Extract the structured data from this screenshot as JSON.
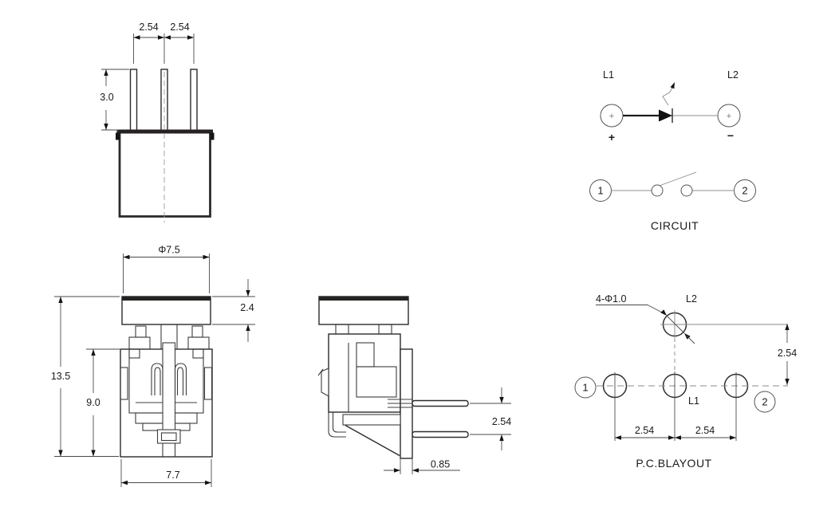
{
  "views": {
    "top_view": {
      "dims": {
        "pitch_left": "2.54",
        "pitch_right": "2.54",
        "pin_length": "3.0"
      }
    },
    "front_view": {
      "dims": {
        "cap_diameter": "Φ7.5",
        "cap_height": "2.4",
        "overall_height": "13.5",
        "body_height": "9.0",
        "body_width": "7.7"
      }
    },
    "side_view": {
      "dims": {
        "pin_spacing": "2.54",
        "plate_thickness": "0.85"
      }
    },
    "circuit": {
      "title": "CIRCUIT",
      "led": {
        "left_label": "L1",
        "right_label": "L2",
        "left_terminal_sign": "+",
        "right_terminal_sign": "+",
        "left_polarity": "+",
        "right_polarity": "−"
      },
      "switch": {
        "terminal_1": "1",
        "terminal_2": "2"
      }
    },
    "pcb": {
      "title": "P.C.BLAYOUT",
      "hole_callout": "4-Φ1.0",
      "hole_top_label": "L2",
      "hole_center_label": "L1",
      "pad_1_label": "1",
      "pad_2_label": "2",
      "dims": {
        "vertical_pitch": "2.54",
        "left_pitch": "2.54",
        "right_pitch": "2.54"
      }
    }
  }
}
